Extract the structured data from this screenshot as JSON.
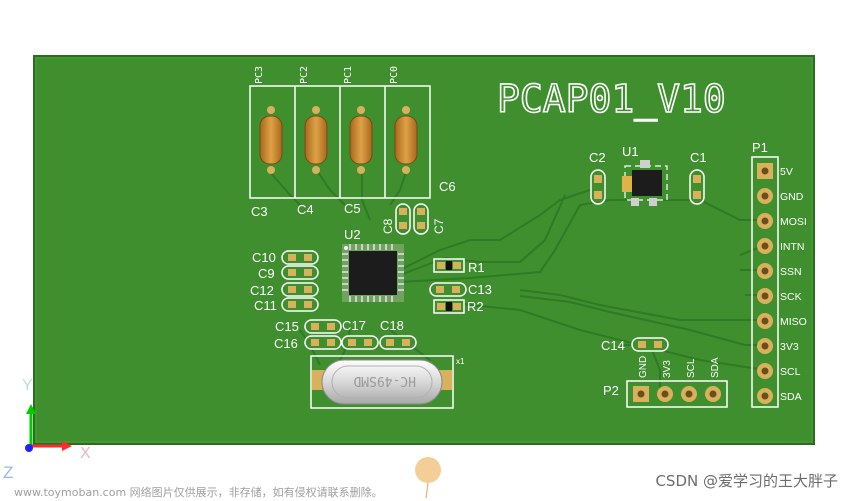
{
  "board": {
    "title": "PCAP01_V10",
    "colors": {
      "pcb": "#3f8f2f",
      "pcb_edge": "#2f6f21",
      "silkscreen": "#ffffff",
      "trace": "#2f7a24",
      "pad": "#d9b15c",
      "capacitor": "#c98a2a",
      "chip": "#1c1c1c"
    },
    "capacitor_labels": {
      "C3": "C3",
      "C4": "C4",
      "C5": "C5",
      "C6": "C6",
      "C7": "C7",
      "C8": "C8",
      "C10": "C10",
      "C9": "C9",
      "C12": "C12",
      "C11": "C11",
      "C13": "C13",
      "C15": "C15",
      "C16": "C16",
      "C17": "C17",
      "C18": "C18",
      "C2": "C2",
      "C1": "C1",
      "C14": "C14"
    },
    "column_labels": [
      "PC3",
      "PC2",
      "PC1",
      "PC0"
    ],
    "ic_labels": {
      "U1": "U1",
      "U2": "U2"
    },
    "resistor_labels": {
      "R1": "R1",
      "R2": "R2"
    },
    "crystal": {
      "text": "HC-49SMD",
      "ref": "x1"
    },
    "connectors": {
      "P1": {
        "label": "P1",
        "pins": [
          "5V",
          "GND",
          "MOSI",
          "INTN",
          "SSN",
          "SCK",
          "MISO",
          "3V3",
          "SCL",
          "SDA"
        ]
      },
      "P2": {
        "label": "P2",
        "pins": [
          "GND",
          "3V3",
          "SCL",
          "SDA"
        ]
      }
    },
    "axes": {
      "x": "X",
      "y": "Y",
      "z": "Z"
    }
  },
  "watermarks": {
    "left": "www.toymoban.com 网络图片仅供展示，非存储，如有侵权请联系删除。",
    "right": "CSDN @爱学习的王大胖子"
  }
}
